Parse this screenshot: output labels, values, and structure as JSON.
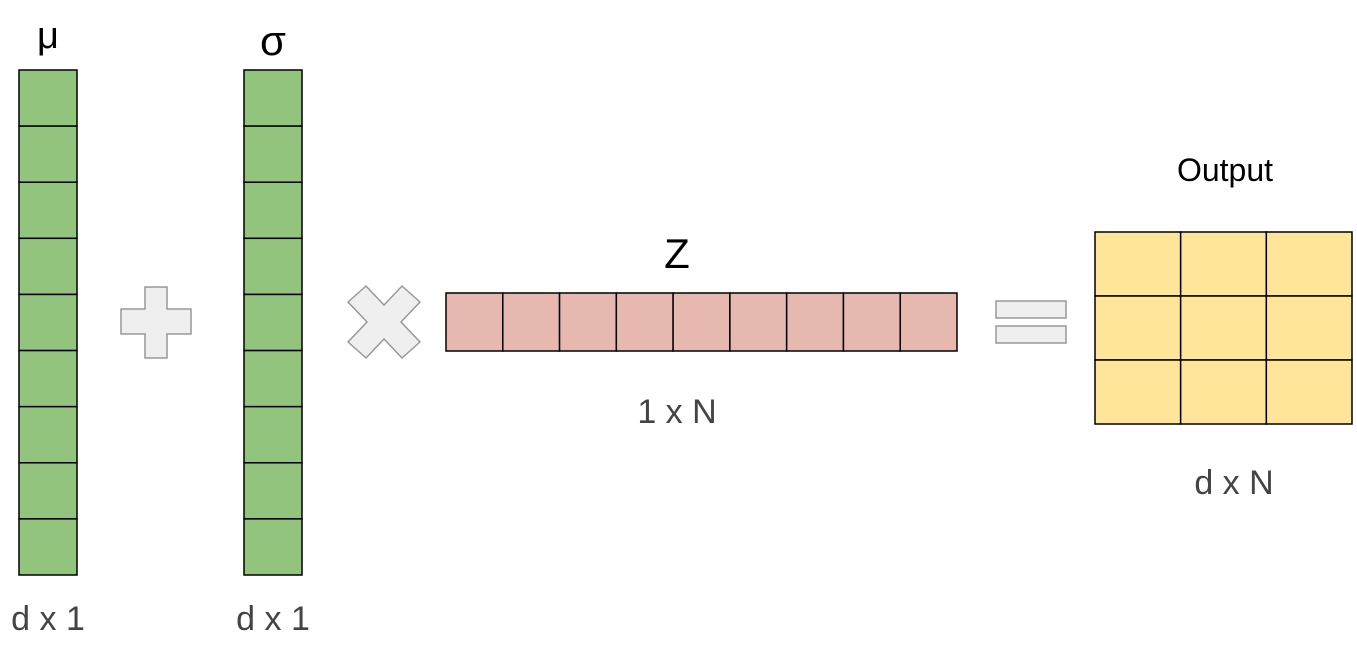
{
  "vectors": {
    "mu": {
      "symbol": "μ",
      "dims": "d x 1",
      "cells": 9
    },
    "sigma": {
      "symbol": "σ",
      "dims": "d x 1",
      "cells": 9
    },
    "z": {
      "symbol": "Z",
      "dims": "1 x N",
      "cells": 9
    },
    "output": {
      "title": "Output",
      "dims": "d x N",
      "rows": 3,
      "cols": 3
    }
  },
  "operators": [
    "plus",
    "times",
    "equals"
  ],
  "colors": {
    "green": "#93c47d",
    "pink": "#e6b8af",
    "yellow": "#ffe599",
    "operator_fill": "#efefef",
    "operator_stroke": "#999999",
    "stroke": "#000000"
  }
}
